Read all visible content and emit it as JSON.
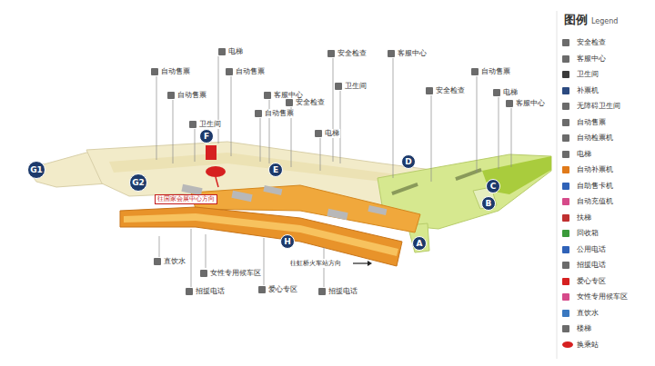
{
  "diagram": {
    "nodes": [
      {
        "text": [
          "G1"
        ]
      },
      {
        "text": [
          "G2"
        ]
      },
      {
        "text": [
          "F"
        ]
      },
      {
        "text": [
          "E"
        ]
      },
      {
        "text": [
          "D"
        ]
      },
      {
        "text": [
          "C"
        ]
      },
      {
        "text": [
          "B"
        ]
      },
      {
        "text": [
          "H"
        ]
      },
      {
        "text": [
          "A"
        ]
      }
    ],
    "edges": [],
    "labels": [
      "电梯",
      "自动售票",
      "自动售票",
      "自动售票",
      "卫生间",
      "客服中心",
      "自动售票",
      "安全检查",
      "安全检查",
      "卫生间",
      "客服中心",
      "电梯",
      "安全检查",
      "自动售票",
      "电梯",
      "客服中心",
      "往国家会展中心方向",
      "往虹桥火车站方向",
      "直饮水",
      "女性专用候车区",
      "招援电话",
      "爱心专区",
      "招援电话",
      "图例",
      "Legend"
    ],
    "legend": [
      {
        "text": "安全检查"
      },
      {
        "text": "客服中心"
      },
      {
        "text": "卫生间"
      },
      {
        "text": "补票机"
      },
      {
        "text": "无障碍卫生间"
      },
      {
        "text": "自动售票"
      },
      {
        "text": "自动检票机"
      },
      {
        "text": "电梯"
      },
      {
        "text": "自动补票机"
      },
      {
        "text": "自助售卡机"
      },
      {
        "text": "自动充值机"
      },
      {
        "text": "扶梯"
      },
      {
        "text": "回收箱"
      },
      {
        "text": "公用电话"
      },
      {
        "text": "招援电话"
      },
      {
        "text": "爱心专区"
      },
      {
        "text": "女性专用候车区"
      },
      {
        "text": "直饮水"
      },
      {
        "text": "楼梯"
      },
      {
        "text": "换乘站",
        "color": "#d62020"
      }
    ]
  }
}
